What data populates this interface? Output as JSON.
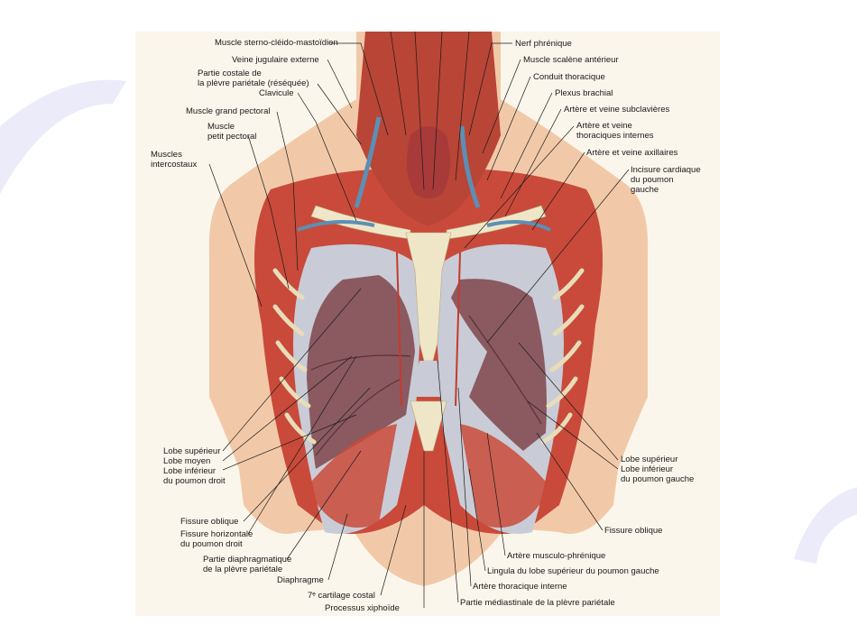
{
  "colors": {
    "skin": "#f2c9a8",
    "muscle": "#c94a3a",
    "lung": "#8a5a60",
    "pleura": "#c9ccd6",
    "bone": "#efe6c8",
    "vein": "#5d8fb5",
    "artery": "#c43a2e",
    "decor": "#ebebfa"
  },
  "labels": {
    "l01": "Muscle sterno-cléido-mastoïdien",
    "l02": "Veine jugulaire externe",
    "l03a": "Partie costale de",
    "l03b": "la plèvre pariétale (réséquée)",
    "l04": "Clavicule",
    "l05": "Muscle grand pectoral",
    "l06a": "Muscle",
    "l06b": "petit pectoral",
    "l07a": "Muscles",
    "l07b": "intercostaux",
    "l08a": "Lobe supérieur",
    "l08b": "Lobe moyen",
    "l08c": "Lobe inférieur",
    "l08d": "du poumon droit",
    "l09": "Fissure oblique",
    "l10a": "Fissure horizontale",
    "l10b": "du poumon droit",
    "l11a": "Partie diaphragmatique",
    "l11b": "de la plèvre pariétale",
    "l12": "Diaphragme",
    "l13": "7ᵉ cartilage costal",
    "l14": "Processus xiphoïde",
    "r01": "Nerf phrénique",
    "r02": "Muscle scalène antérieur",
    "r03": "Conduit thoracique",
    "r04": "Plexus brachial",
    "r05": "Artère et veine subclavières",
    "r06a": "Artère et veine",
    "r06b": "thoraciques internes",
    "r07": "Artère et veine axillaires",
    "r08a": "Incisure cardiaque",
    "r08b": "du poumon",
    "r08c": "gauche",
    "r09a": "Lobe supérieur",
    "r09b": "Lobe inférieur",
    "r09c": "du poumon gauche",
    "r10": "Fissure oblique",
    "r11": "Artère musculo-phrénique",
    "r12": "Lingula du lobe supérieur du poumon gauche",
    "r13": "Artère thoracique interne",
    "r14": "Partie médiastinale de la plèvre pariétale"
  }
}
